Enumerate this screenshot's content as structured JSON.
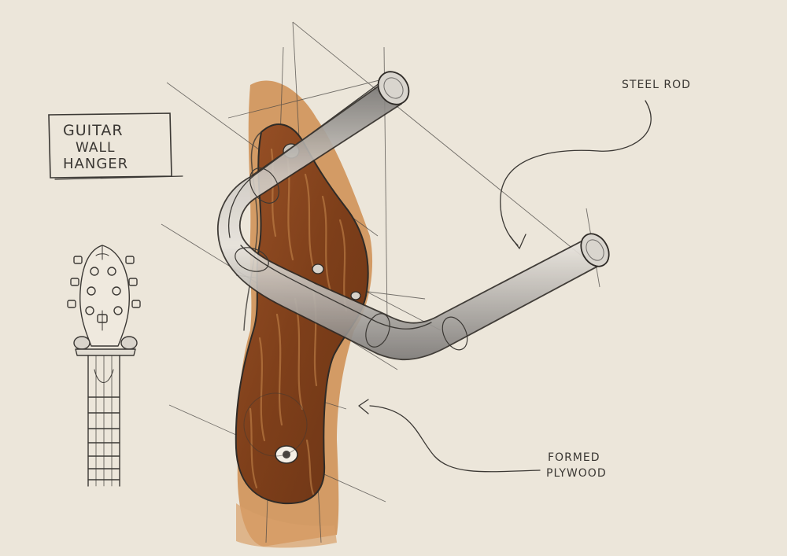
{
  "title_box": {
    "line1": "GUITAR",
    "line2": "WALL",
    "line3": "HANGER"
  },
  "labels": {
    "steel_rod": "STEEL ROD",
    "formed": "FORMED",
    "plywood": "PLYWOOD"
  },
  "colors": {
    "paper": "#ece6da",
    "ink": "#3b3834",
    "wood": "#8a4a22",
    "wood_wash": "#c98a4e",
    "steel": "#8d8b89",
    "steel_light": "#cfccc6"
  }
}
